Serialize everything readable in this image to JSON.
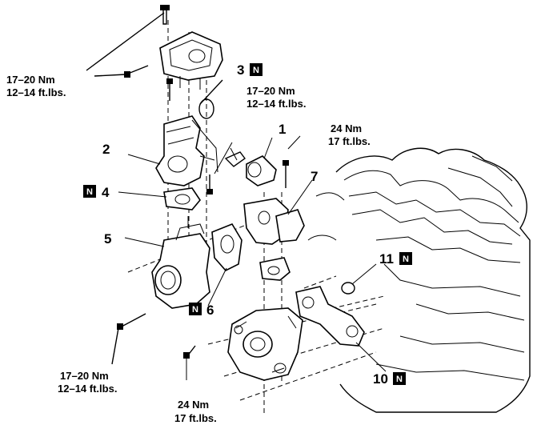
{
  "diagram": {
    "torque_specs": {
      "top_bolts": {
        "metric": "17–20 Nm",
        "imperial": "12–14 ft.lbs."
      },
      "mid_bolt": {
        "metric": "17–20 Nm",
        "imperial": "12–14 ft.lbs."
      },
      "upper_right_bolt": {
        "metric": "24 Nm",
        "imperial": "17 ft.lbs."
      },
      "lower_left_bolt": {
        "metric": "17–20 Nm",
        "imperial": "12–14 ft.lbs."
      },
      "lower_mid_bolt": {
        "metric": "24 Nm",
        "imperial": "17 ft.lbs."
      }
    },
    "part_numbers": {
      "p1": "1",
      "p2": "2",
      "p3": "3",
      "p4": "4",
      "p5": "5",
      "p6": "6",
      "p7": "7",
      "p10": "10",
      "p11": "11"
    },
    "new_part_badge": "N"
  }
}
